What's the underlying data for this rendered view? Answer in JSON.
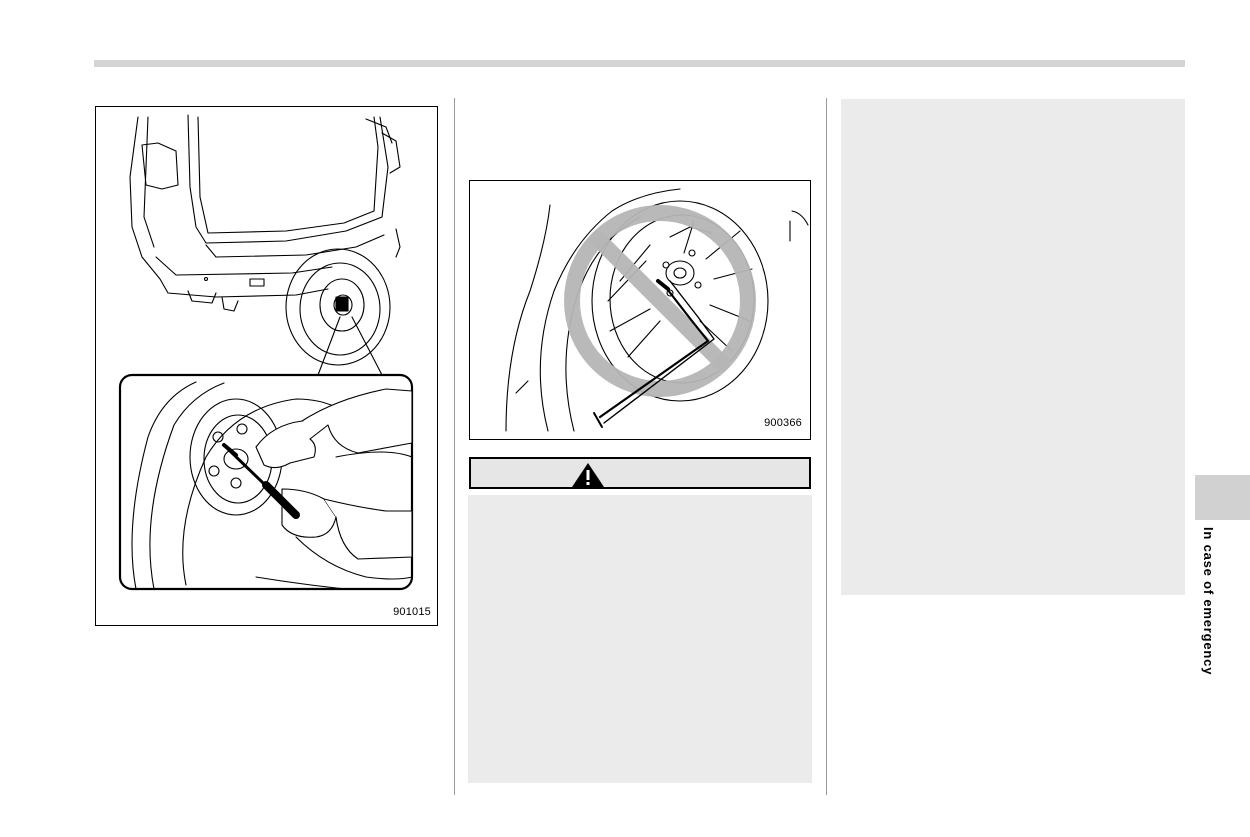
{
  "figures": {
    "left": {
      "code": "901015",
      "icon": "spare-tire-removal-illustration"
    },
    "right": {
      "code": "900366",
      "icon": "prohibited-lug-wrench-illustration"
    }
  },
  "warning": {
    "icon": "warning-triangle-icon",
    "label": ""
  },
  "side_tab": {
    "label": "In case of emergency"
  },
  "colors": {
    "rule": "#d4d4d4",
    "shade": "#ebebeb",
    "tab": "#d1d1d1",
    "prohibit": "#b5b5b5"
  }
}
